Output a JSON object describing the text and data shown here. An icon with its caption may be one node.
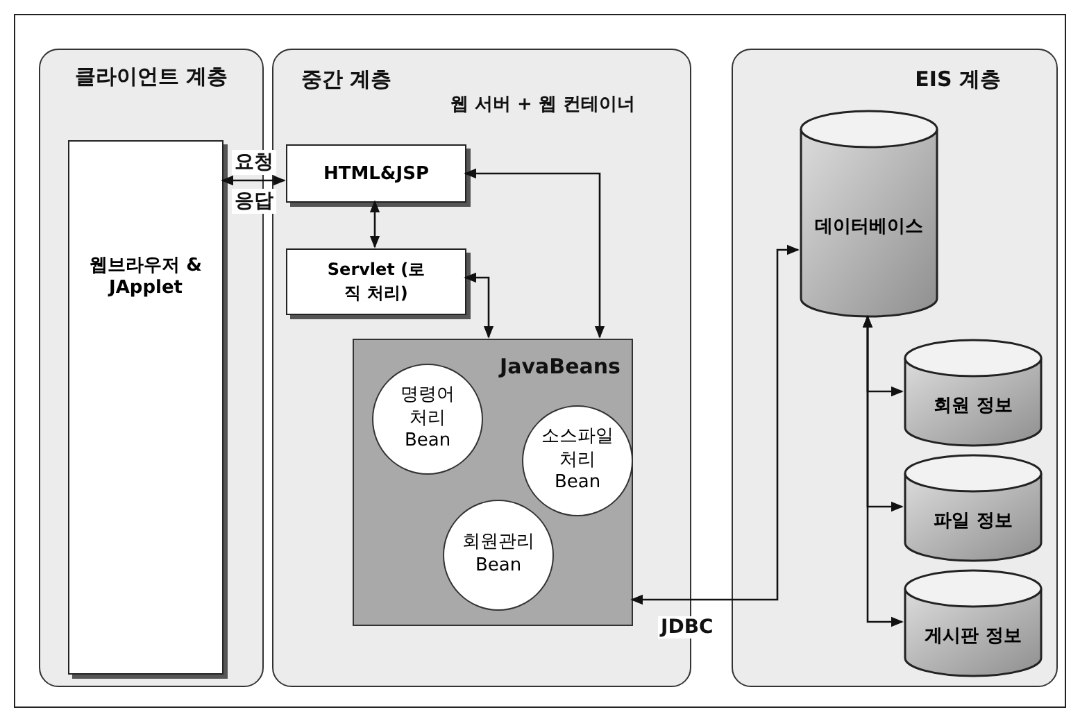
{
  "diagram": {
    "nodes": [
      {
        "text": [
          "클라이언트 계층"
        ]
      },
      {
        "text": [
          "웹브라우저 & JApplet"
        ],
        "in": 0
      },
      {
        "text": [
          "중간 계층"
        ]
      },
      {
        "text": [
          "HTML&JSP"
        ],
        "in": 2,
        "beside": [
          "웹 서버 + 웹 컨테이너"
        ]
      },
      {
        "text": [
          "Servlet (로직 처리)"
        ],
        "in": 2
      },
      {
        "text": [
          "JavaBeans"
        ],
        "in": 2
      },
      {
        "text": [
          "명령어 처리 Bean"
        ],
        "in": 5
      },
      {
        "text": [
          "소스파일 처리 Bean"
        ],
        "in": 5
      },
      {
        "text": [
          "회원관리 Bean"
        ],
        "in": 5
      },
      {
        "text": [
          "EIS 계층"
        ]
      },
      {
        "text": [
          "데이터베이스"
        ],
        "in": 9
      },
      {
        "text": [
          "회원 정보"
        ],
        "in": 9
      },
      {
        "text": [
          "파일 정보"
        ],
        "in": 9
      },
      {
        "text": [
          "게시판 정보"
        ],
        "in": 9
      }
    ],
    "edges": [
      {
        "from": 1,
        "to": 3,
        "arrow": "both",
        "label": "요청"
      },
      {
        "from": 3,
        "to": 4,
        "arrow": "both"
      },
      {
        "from": 4,
        "to": 5,
        "arrow": "both"
      },
      {
        "from": 3,
        "to": 5,
        "arrow": "both"
      },
      {
        "from": 5,
        "to": 10,
        "arrow": "both",
        "label": "JDBC"
      },
      {
        "from": 10,
        "to": 11,
        "arrow": "both"
      },
      {
        "from": 10,
        "to": 12,
        "arrow": "both"
      },
      {
        "from": 10,
        "to": 13,
        "arrow": "both"
      }
    ],
    "labels": [
      "응답"
    ]
  }
}
